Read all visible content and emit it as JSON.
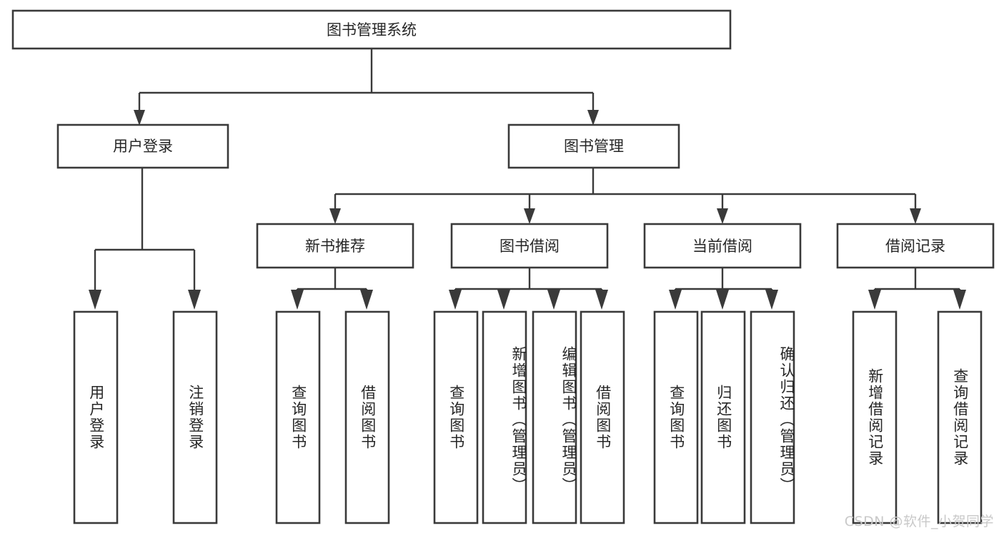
{
  "diagram": {
    "title": "图书管理系统",
    "type": "hierarchy-tree",
    "watermark": "CSDN @软件_小贺同学",
    "colors": {
      "box_stroke": "#3a3a3a",
      "box_fill": "#ffffff",
      "text": "#262626",
      "background": "#ffffff",
      "watermark": "#c9c9c9"
    },
    "root": {
      "label": "图书管理系统"
    },
    "level2": [
      {
        "label": "用户登录"
      },
      {
        "label": "图书管理"
      }
    ],
    "level3": [
      {
        "label": "新书推荐"
      },
      {
        "label": "图书借阅"
      },
      {
        "label": "当前借阅"
      },
      {
        "label": "借阅记录"
      }
    ],
    "leaves": {
      "user_login": [
        {
          "label": "用户登录"
        },
        {
          "label": "注销登录"
        }
      ],
      "new_book_recommend": [
        {
          "label": "查询图书"
        },
        {
          "label": "借阅图书"
        }
      ],
      "book_borrow": [
        {
          "label": "查询图书"
        },
        {
          "label": "新增图书（管理员）"
        },
        {
          "label": "编辑图书（管理员）"
        },
        {
          "label": "借阅图书"
        }
      ],
      "current_borrow": [
        {
          "label": "查询图书"
        },
        {
          "label": "归还图书"
        },
        {
          "label": "确认归还（管理员）"
        }
      ],
      "borrow_record": [
        {
          "label": "新增借阅记录"
        },
        {
          "label": "查询借阅记录"
        }
      ]
    }
  }
}
